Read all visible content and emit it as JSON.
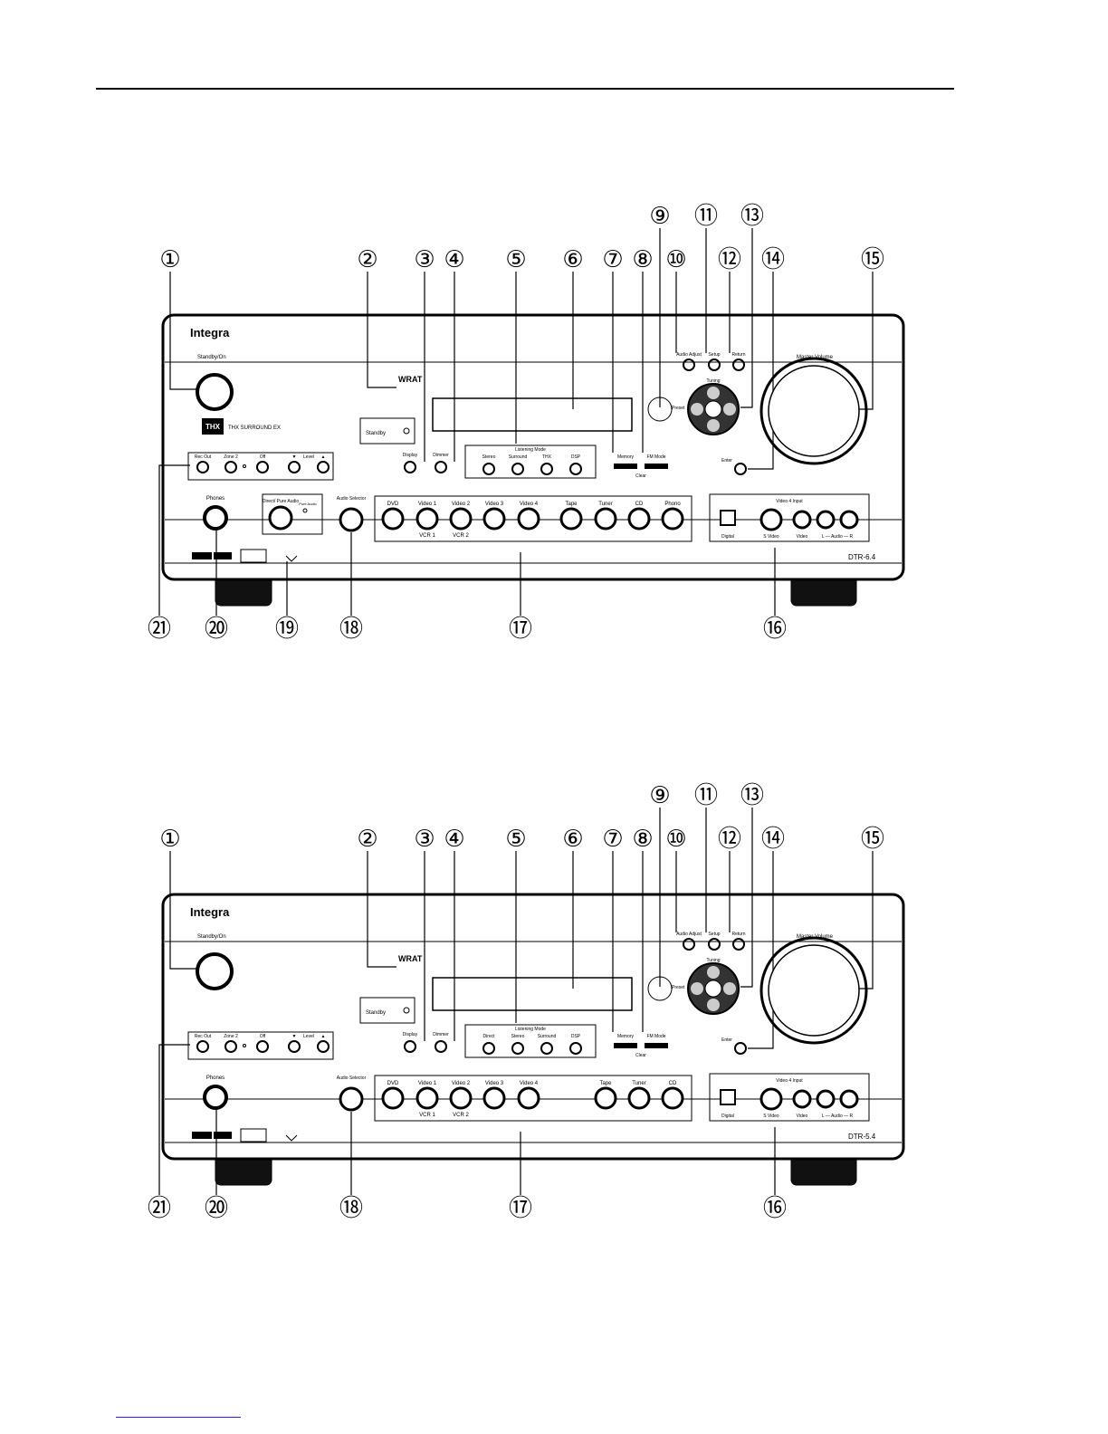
{
  "page": {},
  "callouts": [
    "①",
    "②",
    "③",
    "④",
    "⑤",
    "⑥",
    "⑦",
    "⑧",
    "⑨",
    "⑩",
    "⑪",
    "⑫",
    "⑬",
    "⑭",
    "⑮",
    "⑯",
    "⑰",
    "⑱",
    "⑲",
    "⑳",
    "㉑"
  ],
  "panels": [
    {
      "brand": "Integra",
      "standby_on": "Standby/On",
      "thx_logo": "THX",
      "thx_text": "THX SURROUND EX",
      "wrat_logo": "WRAT",
      "standby_label": "Standby",
      "zone_buttons": [
        "Rec Out",
        "Zone 2",
        "Off",
        "▼",
        "Level",
        "▲"
      ],
      "display_label": "Display",
      "dimmer_label": "Dimmer",
      "listening_mode_title": "Listening Mode",
      "listening_modes": [
        "Stereo",
        "Surround",
        "THX",
        "DSP"
      ],
      "memory_label": "Memory",
      "fm_mode_label": "FM Mode",
      "clear_label": "Clear",
      "preset_label": "Preset",
      "audio_adjust_label": "Audio Adjust",
      "setup_label": "Setup",
      "return_label": "Return",
      "tuning_label": "Tuning",
      "enter_label": "Enter",
      "master_volume_label": "Master Volume",
      "phones_label": "Phones",
      "direct_label": "Direct/ Pure Audio",
      "pure_audio_label": "Pure Audio",
      "audio_selector_label": "Audio Selector",
      "inputs": [
        "DVD",
        "Video 1",
        "Video 2",
        "Video 3",
        "Video 4",
        "Tape",
        "Tuner",
        "CD",
        "Phono"
      ],
      "input_sublabels": [
        "VCR 1",
        "VCR 2"
      ],
      "video4_title": "Video 4 Input",
      "video4_jacks": [
        "Digital",
        "S Video",
        "Video",
        "L — Audio — R"
      ],
      "model": "DTR-6.4"
    },
    {
      "brand": "Integra",
      "standby_on": "Standby/On",
      "wrat_logo": "WRAT",
      "standby_label": "Standby",
      "zone_buttons": [
        "Rec Out",
        "Zone 2",
        "Off",
        "▼",
        "Level",
        "▲"
      ],
      "display_label": "Display",
      "dimmer_label": "Dimmer",
      "listening_mode_title": "Listening Mode",
      "listening_modes": [
        "Direct",
        "Stereo",
        "Surround",
        "DSP"
      ],
      "memory_label": "Memory",
      "fm_mode_label": "FM Mode",
      "clear_label": "Clear",
      "preset_label": "Preset",
      "audio_adjust_label": "Audio Adjust",
      "setup_label": "Setup",
      "return_label": "Return",
      "tuning_label": "Tuning",
      "enter_label": "Enter",
      "master_volume_label": "Master Volume",
      "phones_label": "Phones",
      "audio_selector_label": "Audio Selector",
      "inputs": [
        "DVD",
        "Video 1",
        "Video 2",
        "Video 3",
        "Video 4",
        "Tape",
        "Tuner",
        "CD"
      ],
      "input_sublabels": [
        "VCR 1",
        "VCR 2"
      ],
      "video4_title": "Video 4 Input",
      "video4_jacks": [
        "Digital",
        "S Video",
        "Video",
        "L — Audio — R"
      ],
      "model": "DTR-5.4"
    }
  ]
}
